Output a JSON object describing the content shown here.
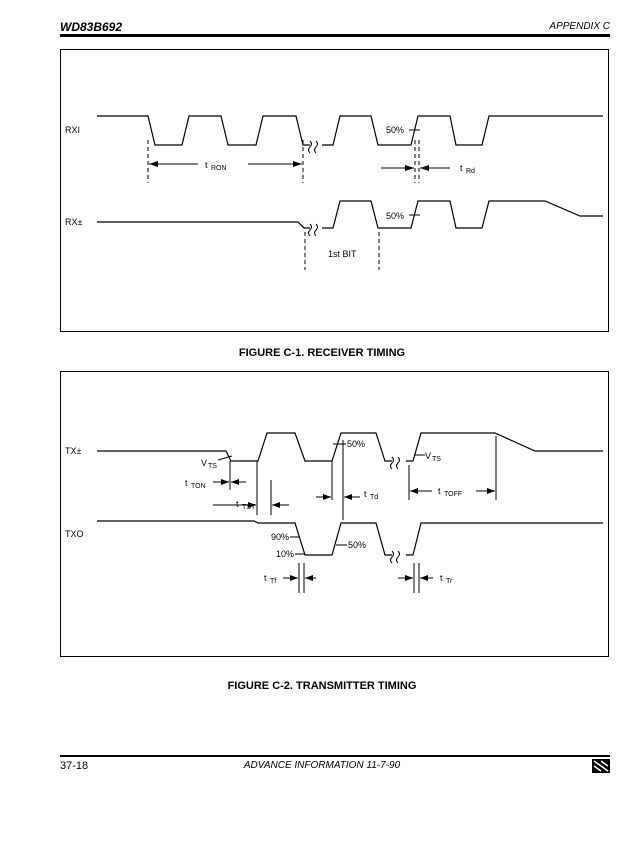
{
  "header": {
    "part_number": "WD83B692",
    "section": "APPENDIX C"
  },
  "figure1": {
    "caption": "FIGURE C-1.  RECEIVER TIMING",
    "signal_rxi": "RXI",
    "signal_rx": "RX±",
    "t_ron_t": "t",
    "t_ron_sub": "RON",
    "t_rd_t": "t",
    "t_rd_sub": "Rd",
    "pct_a": "50%",
    "pct_b": "50%",
    "first_bit": "1st BIT"
  },
  "figure2": {
    "caption": "FIGURE C-2.  TRANSMITTER TIMING",
    "signal_tx": "TX±",
    "signal_txo": "TXO",
    "vts_a_v": "V",
    "vts_a_sub": "TS",
    "vts_b_v": "V",
    "vts_b_sub": "TS",
    "pct_50_a": "50%",
    "pct_50_b": "50%",
    "pct_90": "90%",
    "pct_10": "10%",
    "t_ton_t": "t",
    "t_ton_sub": "TON",
    "t_tst_t": "t",
    "t_tst_sub": "TST",
    "t_td_t": "t",
    "t_td_sub": "Td",
    "t_toff_t": "t",
    "t_toff_sub": "TOFF",
    "t_tf_t": "t",
    "t_tf_sub": "Tf",
    "t_tr_t": "t",
    "t_tr_sub": "Tr"
  },
  "footer": {
    "page": "37-18",
    "info": "ADVANCE INFORMATION 11-7-90",
    "logo": "wd-logo"
  }
}
